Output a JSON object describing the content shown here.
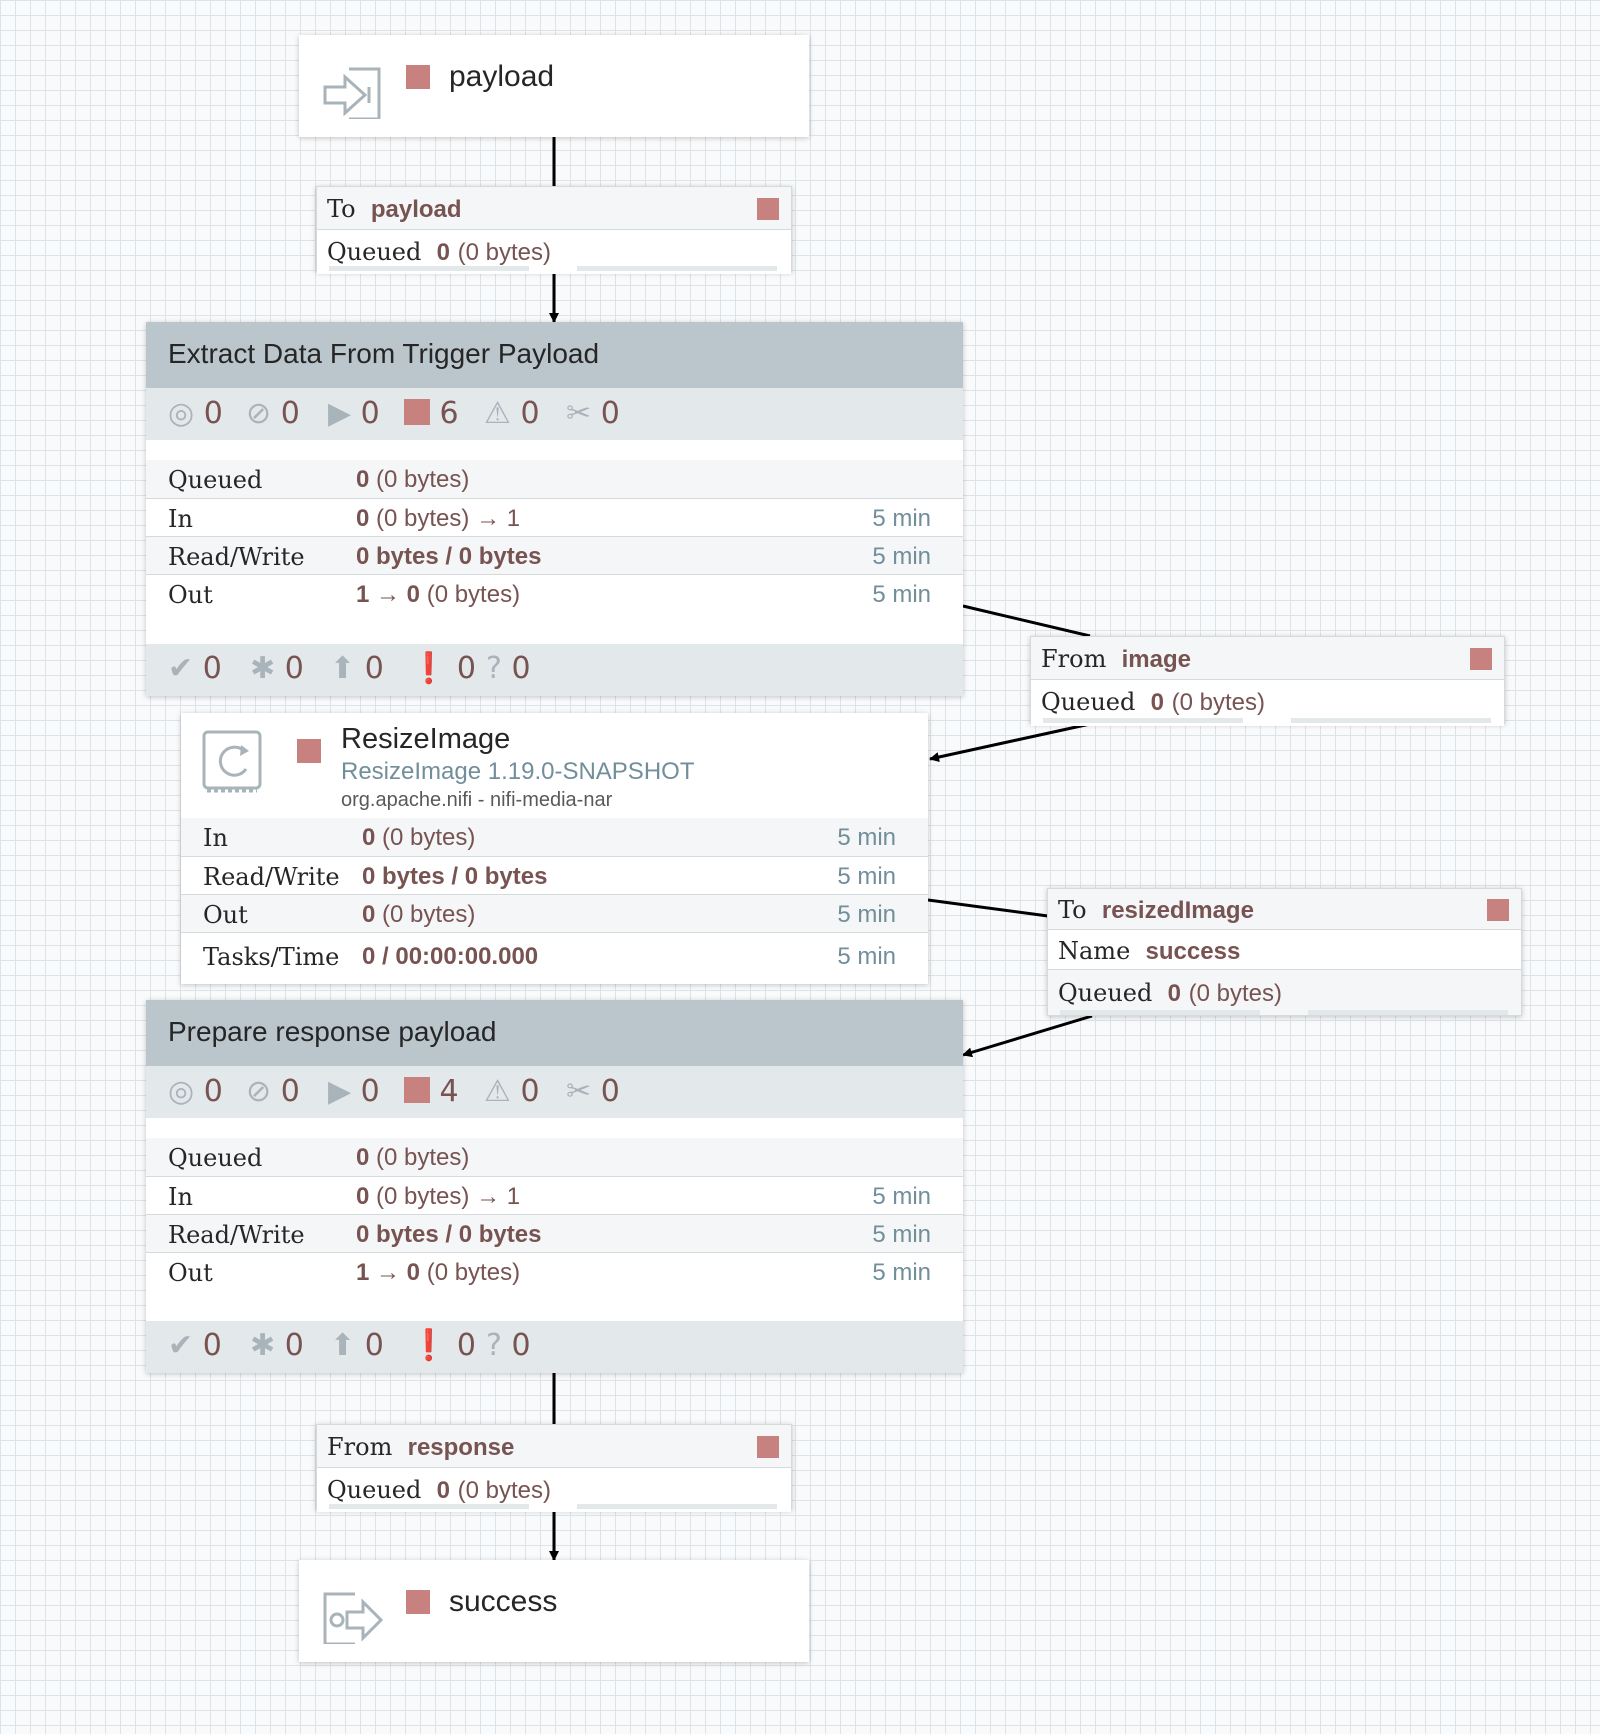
{
  "input_port": {
    "name": "payload",
    "icon": "input-port-icon",
    "status": "stopped"
  },
  "conn_to_payload": {
    "prefix": "To",
    "name": "payload",
    "queued_label": "Queued",
    "queued_count": "0",
    "queued_size": "(0 bytes)"
  },
  "pg_extract": {
    "title": "Extract Data From Trigger Payload",
    "status": {
      "transmitting": "0",
      "not_transmitting": "0",
      "running": "0",
      "stopped": "6",
      "invalid": "0",
      "disabled": "0"
    },
    "rows": [
      {
        "label": "Queued",
        "value_b": "0",
        "value_n": "(0 bytes)",
        "time": ""
      },
      {
        "label": "In",
        "value_b": "0",
        "value_n": "(0 bytes) → 1",
        "time": "5 min"
      },
      {
        "label": "Read/Write",
        "value_b": "0 bytes / 0 bytes",
        "value_n": "",
        "time": "5 min"
      },
      {
        "label": "Out",
        "value_b": "1 → 0",
        "value_n": "(0 bytes)",
        "time": "5 min"
      }
    ],
    "versioning": {
      "up_to_date": "0",
      "locally_modified": "0",
      "stale": "0",
      "sync_failure": "0",
      "unknown": "0"
    }
  },
  "conn_from_image": {
    "prefix": "From",
    "name": "image",
    "queued_label": "Queued",
    "queued_count": "0",
    "queued_size": "(0 bytes)"
  },
  "processor": {
    "name": "ResizeImage",
    "version": "ResizeImage 1.19.0-SNAPSHOT",
    "bundle": "org.apache.nifi - nifi-media-nar",
    "icon": "processor-icon",
    "rows": [
      {
        "label": "In",
        "value_b": "0",
        "value_n": "(0 bytes)",
        "time": "5 min"
      },
      {
        "label": "Read/Write",
        "value_b": "0 bytes / 0 bytes",
        "value_n": "",
        "time": "5 min"
      },
      {
        "label": "Out",
        "value_b": "0",
        "value_n": "(0 bytes)",
        "time": "5 min"
      },
      {
        "label": "Tasks/Time",
        "value_b": "0 / 00:00:00.000",
        "value_n": "",
        "time": "5 min"
      }
    ]
  },
  "conn_to_resized": {
    "prefix": "To",
    "name": "resizedImage",
    "name_label": "Name",
    "relationship": "success",
    "queued_label": "Queued",
    "queued_count": "0",
    "queued_size": "(0 bytes)"
  },
  "pg_prepare": {
    "title": "Prepare response payload",
    "status": {
      "transmitting": "0",
      "not_transmitting": "0",
      "running": "0",
      "stopped": "4",
      "invalid": "0",
      "disabled": "0"
    },
    "rows": [
      {
        "label": "Queued",
        "value_b": "0",
        "value_n": "(0 bytes)",
        "time": ""
      },
      {
        "label": "In",
        "value_b": "0",
        "value_n": "(0 bytes) → 1",
        "time": "5 min"
      },
      {
        "label": "Read/Write",
        "value_b": "0 bytes / 0 bytes",
        "value_n": "",
        "time": "5 min"
      },
      {
        "label": "Out",
        "value_b": "1 → 0",
        "value_n": "(0 bytes)",
        "time": "5 min"
      }
    ],
    "versioning": {
      "up_to_date": "0",
      "locally_modified": "0",
      "stale": "0",
      "sync_failure": "0",
      "unknown": "0"
    }
  },
  "conn_from_response": {
    "prefix": "From",
    "name": "response",
    "queued_label": "Queued",
    "queued_count": "0",
    "queued_size": "(0 bytes)"
  },
  "output_port": {
    "name": "success",
    "icon": "output-port-icon",
    "status": "stopped"
  },
  "colors": {
    "stopped": "#c7817f",
    "header": "#bac6cc",
    "bar": "#e3e8eb",
    "value": "#775351",
    "time": "#728e9b"
  }
}
